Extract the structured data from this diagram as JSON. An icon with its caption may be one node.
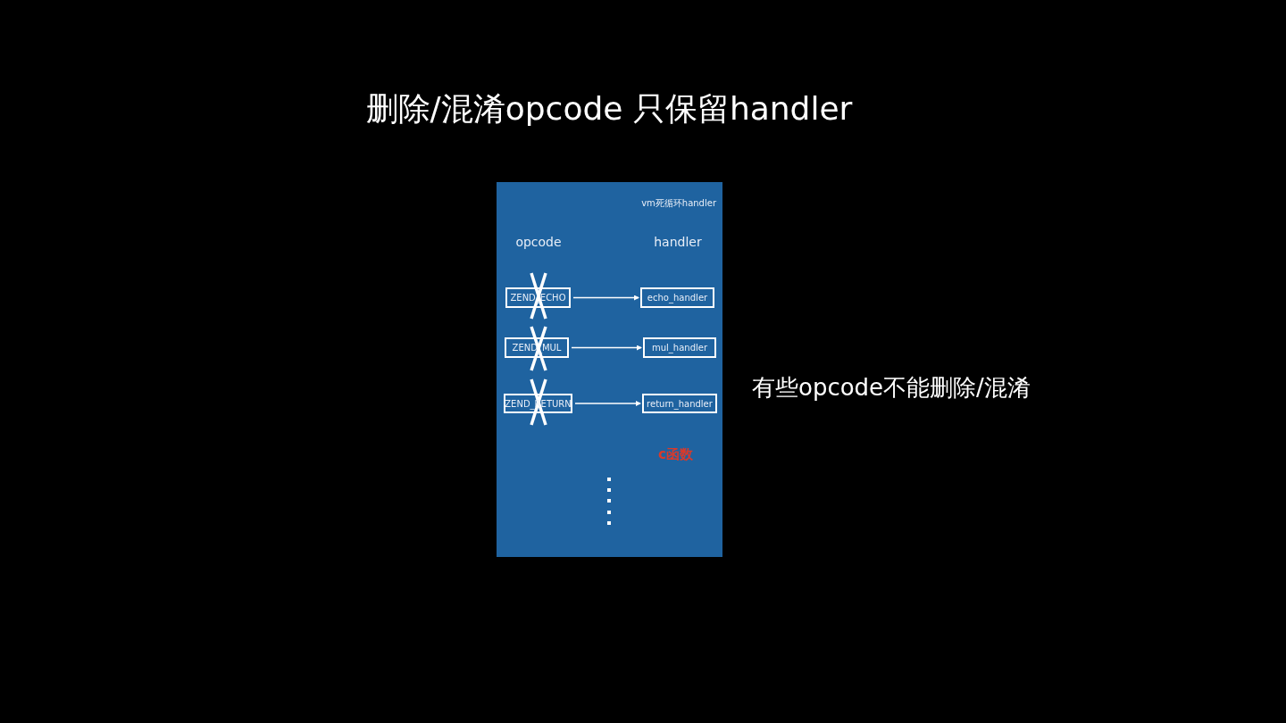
{
  "diagram": {
    "title": "删除/混淆opcode 只保留handler",
    "nodes": [
      {
        "text": [
          "vm死循环handler"
        ]
      },
      {
        "text": [
          "ZEND_ECHO"
        ],
        "in": 0
      },
      {
        "text": [
          "echo_handler"
        ],
        "in": 0
      },
      {
        "text": [
          "ZEND_MUL"
        ],
        "in": 0
      },
      {
        "text": [
          "mul_handler"
        ],
        "in": 0
      },
      {
        "text": [
          "ZEND_RETURN"
        ],
        "in": 0
      },
      {
        "text": [
          "return_handler"
        ],
        "in": 0
      }
    ],
    "edges": [
      {
        "from": 1,
        "to": 2,
        "arrow": "to"
      },
      {
        "from": 3,
        "to": 4,
        "arrow": "to"
      },
      {
        "from": 5,
        "to": 6,
        "arrow": "to"
      }
    ],
    "labels": [
      "opcode",
      "handler",
      "c函数",
      "有些opcode不能删除/混淆"
    ]
  }
}
